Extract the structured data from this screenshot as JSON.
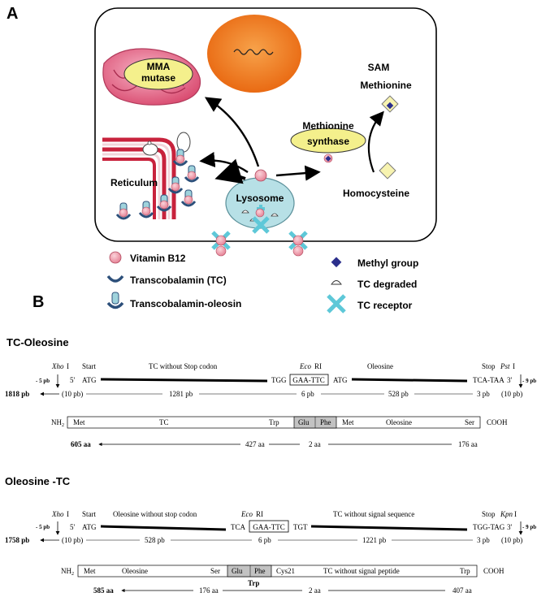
{
  "panel_a": {
    "label": "A",
    "cell": {
      "mitochondrion_label": [
        "MMA",
        "mutase"
      ],
      "sam_label": "SAM",
      "methionine_top": "Methionine",
      "methionine_synthase": [
        "Methionine",
        "synthase"
      ],
      "homocysteine": "Homocysteine",
      "reticulum": "Reticulum",
      "lysosome": "Lysosome"
    },
    "legend_left": [
      {
        "symbol": "vitamin-b12",
        "label": "Vitamin B12"
      },
      {
        "symbol": "transcobalamin",
        "label": "Transcobalamin (TC)"
      },
      {
        "symbol": "tc-oleosin",
        "label": "Transcobalamin-oleosin"
      }
    ],
    "legend_right": [
      {
        "symbol": "methyl-group",
        "label": "Methyl group"
      },
      {
        "symbol": "tc-degraded",
        "label": "TC  degraded"
      },
      {
        "symbol": "tc-receptor",
        "label": "TC  receptor"
      }
    ],
    "colors": {
      "vitamin": "#f2a7b4",
      "mitochondrion": "#e8728f",
      "nucleus": "#f07a22",
      "lysosome": "#b7e0e6",
      "enzyme": "#f4f08c",
      "reticulum": "#c8223c",
      "methyl": "#2b2f8c",
      "receptor": "#5ec8d8",
      "homocysteine_diamond": "#f7f3b0"
    }
  },
  "panel_b": {
    "label": "B",
    "constructs": [
      {
        "title": "TC-Oleosine",
        "dna": {
          "top_labels": {
            "site1": "Xho",
            "site1_suffix": "I",
            "start": "Start",
            "segment1": "TC without  Stop codon",
            "eco": "Eco",
            "eco_suffix": "RI",
            "segment2": "Oleosine",
            "stop": "Stop",
            "site2": "Pst",
            "site2_suffix": "I"
          },
          "sequence": {
            "offset_left": "- 5 pb",
            "five_prime": "5'",
            "atg": "ATG",
            "tgg": "TGG",
            "ecori": "GAA-TTC",
            "atg2": "ATG",
            "stop_codon": "TCA-TAA",
            "three_prime": "3'",
            "offset_right": "- 9 pb"
          },
          "total": "1818 pb",
          "lengths": [
            "(10 pb)",
            "1281 pb",
            "6 pb",
            "528 pb",
            "3 pb",
            "(10 pb)"
          ]
        },
        "protein": {
          "nh2": "NH",
          "nh2_sub": "2",
          "cooh": "COOH",
          "cells": [
            "Met",
            "TC",
            "Trp",
            "Glu",
            "Phe",
            "Met",
            "Oleosine",
            "Ser"
          ],
          "total": "605 aa",
          "lengths": [
            "427 aa",
            "2 aa",
            "176 aa"
          ]
        }
      },
      {
        "title": "Oleosine -TC",
        "dna": {
          "top_labels": {
            "site1": "Xho",
            "site1_suffix": "I",
            "start": "Start",
            "segment1": "Oleosine  without  stop codon",
            "eco": "Eco",
            "eco_suffix": "RI",
            "segment2": "TC without  signal sequence",
            "stop": "Stop",
            "site2": "Kpn",
            "site2_suffix": "I"
          },
          "sequence": {
            "offset_left": "- 5 pb",
            "five_prime": "5'",
            "atg": "ATG",
            "tca": "TCA",
            "ecori": "GAA-TTC",
            "tgt": "TGT",
            "stop_codon": "TGG-TAG",
            "three_prime": "3'",
            "offset_right": "- 9 pb"
          },
          "total": "1758 pb",
          "lengths": [
            "(10 pb)",
            "528 pb",
            "6 pb",
            "1221 pb",
            "3 pb",
            "(10 pb)"
          ]
        },
        "protein": {
          "nh2": "NH",
          "nh2_sub": "2",
          "cooh": "COOH",
          "cells": [
            "Met",
            "Oleosine",
            "Ser",
            "Glu",
            "Phe",
            "Cys21",
            "TC  without  signal peptide",
            "Trp"
          ],
          "trp_below": "Trp",
          "total": "585 aa",
          "lengths": [
            "176 aa",
            "2 aa",
            "407 aa"
          ]
        }
      }
    ]
  }
}
